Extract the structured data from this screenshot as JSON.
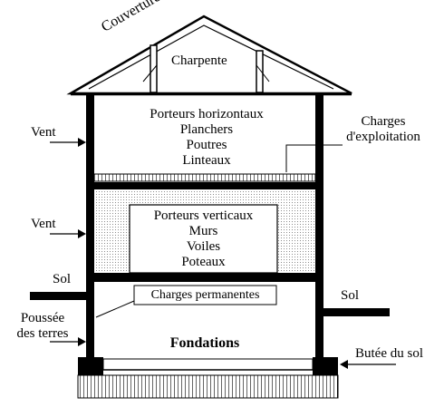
{
  "labels": {
    "couverture": "Couverture",
    "charpente": "Charpente",
    "porteurs_horizontaux": "Porteurs horizontaux",
    "planchers": "Planchers",
    "poutres": "Poutres",
    "linteaux": "Linteaux",
    "charges_exploitation_1": "Charges",
    "charges_exploitation_2": "d'exploitation",
    "vent_upper": "Vent",
    "vent_lower": "Vent",
    "porteurs_verticaux": "Porteurs verticaux",
    "murs": "Murs",
    "voiles": "Voiles",
    "poteaux": "Poteaux",
    "sol_left": "Sol",
    "sol_right": "Sol",
    "charges_permanentes": "Charges permanentes",
    "poussee_1": "Poussée",
    "poussee_2": "des terres",
    "fondations": "Fondations",
    "butee_du_sol": "Butée du sol"
  }
}
